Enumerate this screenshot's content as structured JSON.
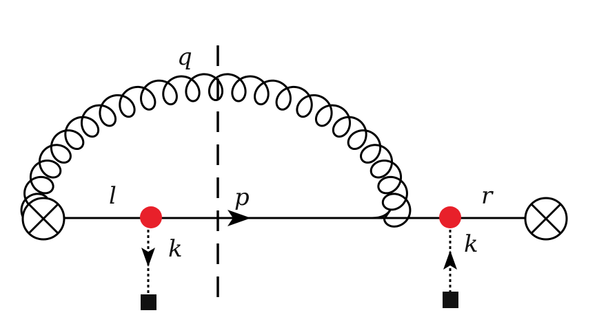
{
  "labels": {
    "q": "q",
    "l": "l",
    "p": "p",
    "r": "r",
    "k_left": "k",
    "k_right": "k"
  },
  "colors": {
    "line": "#000000",
    "vertex": "#e8202a",
    "source": "#111111"
  },
  "icons": {
    "left_operator": "circled-times-icon",
    "right_operator": "circled-times-icon",
    "left_source": "square-icon",
    "right_source": "square-icon"
  }
}
